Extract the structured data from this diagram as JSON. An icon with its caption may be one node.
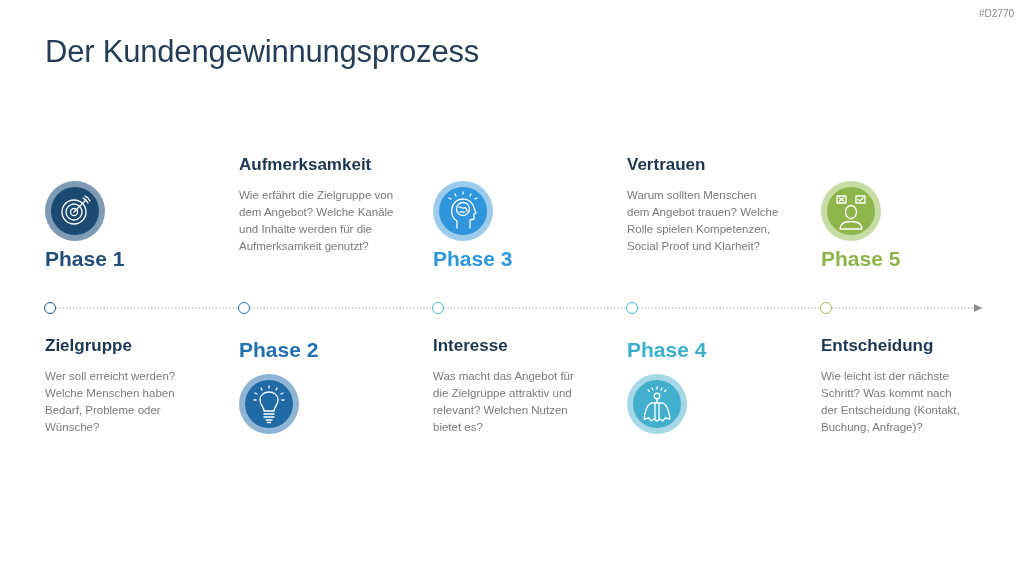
{
  "diagram": {
    "title": "Der Kundengewinnungsprozess",
    "nodes": [
      {
        "text": [],
        "shape": "circle",
        "beside": [
          "Phase 1",
          "Zielgruppe",
          "Wer soll erreicht werden? Welche Menschen haben Bedarf, Probleme oder Wünsche?"
        ]
      },
      {
        "text": [],
        "shape": "circle",
        "beside": [
          "Phase 2",
          "Aufmerksamkeit",
          "Wie erfährt die Zielgruppe von dem Angebot? Welche Kanäle und Inhalte werden für die Aufmerksamkeit genutzt?"
        ]
      },
      {
        "text": [],
        "shape": "circle",
        "beside": [
          "Phase 3",
          "Interesse",
          "Was macht das Angebot für die Zielgruppe attraktiv und relevant? Welchen Nutzen bietet es?"
        ]
      },
      {
        "text": [],
        "shape": "circle",
        "beside": [
          "Phase 4",
          "Vertrauen",
          "Warum sollten Menschen dem Angebot trauen? Welche Rolle spielen Kompetenzen, Social Proof und Klarheit?"
        ]
      },
      {
        "text": [],
        "shape": "circle",
        "beside": [
          "Phase 5",
          "Entscheidung",
          "Wie leicht ist der nächste Schritt? Was kommt nach der Entscheidung (Kontakt, Buchung, Anfrage)?"
        ]
      }
    ],
    "edges": [
      {
        "from": 0,
        "to": 1,
        "arrow": "none",
        "style": "dashed"
      },
      {
        "from": 1,
        "to": 2,
        "arrow": "none",
        "style": "dashed"
      },
      {
        "from": 2,
        "to": 3,
        "arrow": "none",
        "style": "dashed"
      },
      {
        "from": 3,
        "to": 4,
        "arrow": "none",
        "style": "dashed"
      },
      {
        "from": 4,
        "to": null,
        "arrow": "to",
        "style": "dashed"
      }
    ],
    "labels": [
      "#D2770"
    ]
  }
}
